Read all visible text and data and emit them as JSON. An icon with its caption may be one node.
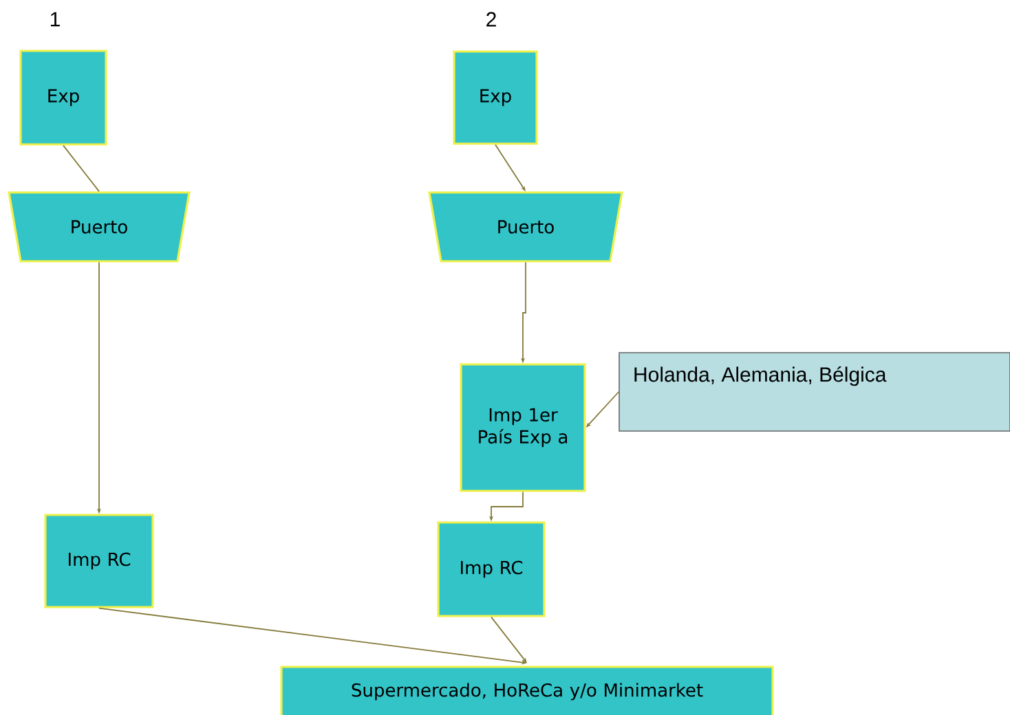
{
  "diagram": {
    "nodes": [
      {
        "text": [
          "Exp"
        ]
      },
      {
        "text": [
          "Puerto"
        ]
      },
      {
        "text": [
          "Imp RC"
        ]
      },
      {
        "text": [
          "Exp"
        ]
      },
      {
        "text": [
          "Puerto"
        ]
      },
      {
        "text": [
          "Imp 1er País Exp a"
        ]
      },
      {
        "text": [
          "Holanda, Alemania, Bélgica"
        ]
      },
      {
        "text": [
          "Imp RC"
        ]
      },
      {
        "text": [
          "Supermercado, HoReCa y/o Minimarket"
        ]
      }
    ],
    "edges": [
      {
        "from": 0,
        "to": 1,
        "arrow": "none"
      },
      {
        "from": 1,
        "to": 2,
        "arrow": "to"
      },
      {
        "from": 3,
        "to": 4,
        "arrow": "to"
      },
      {
        "from": 4,
        "to": 5,
        "arrow": "to"
      },
      {
        "from": 6,
        "to": 5,
        "arrow": "to"
      },
      {
        "from": 5,
        "to": 7,
        "arrow": "to"
      },
      {
        "from": 2,
        "to": 8,
        "arrow": "to"
      },
      {
        "from": 7,
        "to": 8,
        "arrow": "to"
      }
    ],
    "labels": [
      "1",
      "2"
    ]
  }
}
